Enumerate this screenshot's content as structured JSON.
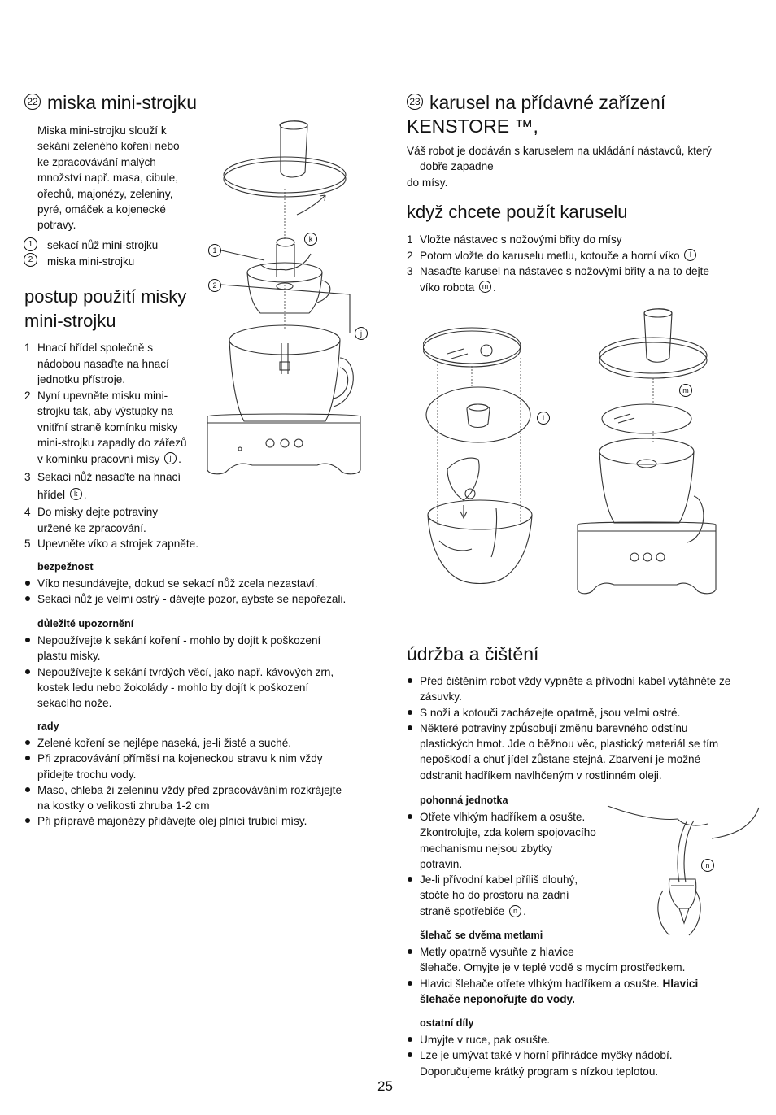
{
  "left": {
    "section22": {
      "num": "22",
      "title": "miska mini-strojku",
      "intro": [
        "Miska mini-strojku slouží k",
        "sekání zeleného koření nebo",
        "ke zpracovávání malých",
        "množství např. masa, cibule,",
        "ořechů, majonézy, zeleniny,",
        "pyré, omáček a kojenecké",
        "potravy."
      ],
      "legend": [
        {
          "num": "1",
          "text": "sekací nůž mini-strojku"
        },
        {
          "num": "2",
          "text": "miska mini-strojku"
        }
      ]
    },
    "procedure": {
      "title_l1": "postup použití misky",
      "title_l2": "mini-strojku",
      "steps": [
        {
          "num": "1",
          "lines": [
            "Hnací hřídel společně s",
            "nádobou nasaďte na hnací",
            "jednotku přístroje."
          ]
        },
        {
          "num": "2",
          "lines": [
            "Nyní upevněte misku mini-",
            "strojku tak, aby výstupky na",
            "vnitřní straně komínku misky",
            "mini-strojku zapadly do zářezů"
          ],
          "last_text": "v komínku pracovní mísy",
          "last_ref": "j",
          "last_end": "."
        },
        {
          "num": "3",
          "lines": [
            "Sekací nůž nasaďte na hnací"
          ],
          "last_text": "hřídel",
          "last_ref": "k",
          "last_end": "."
        },
        {
          "num": "4",
          "lines": [
            "Do misky dejte potraviny",
            "uržené ke zpracování."
          ]
        },
        {
          "num": "5",
          "lines": [
            "Upevněte víko a strojek zapněte."
          ]
        }
      ]
    },
    "safety": {
      "title": "bezpežnost",
      "items": [
        "Víko nesundávejte, dokud se sekací nůž zcela nezastaví.",
        "Sekací nůž je velmi ostrý - dávejte pozor, aybste se nepořezali."
      ]
    },
    "important": {
      "title": "důležité upozornění",
      "items": [
        [
          "Nepoužívejte k sekání koření - mohlo by dojít k poškození",
          "plastu misky."
        ],
        [
          "Nepoužívejte k sekání tvrdých věcí, jako např. kávových zrn,",
          "kostek ledu nebo žokolády - mohlo by dojít k poškození",
          "sekacího nože."
        ]
      ]
    },
    "tips": {
      "title": "rady",
      "items": [
        [
          "Zelené koření se nejlépe naseká, je-li žisté a suché."
        ],
        [
          "Při zpracovávání příměsí na kojeneckou stravu k nim vždy",
          "přidejte trochu vody."
        ],
        [
          "Maso, chleba ži zeleninu vždy před zpracováváním rozkrájejte",
          "na kostky o velikosti zhruba 1-2 cm"
        ],
        [
          "Při přípravě majonézy přidávejte olej plnicí trubicí mísy."
        ]
      ]
    },
    "figure_labels": {
      "k": "k",
      "one": "1",
      "two": "2",
      "j": "j"
    }
  },
  "right": {
    "section23": {
      "num": "23",
      "title_l1": "karusel na přídavné zařízení",
      "title_l2": "KENSTORE ™,",
      "intro": [
        "Váš robot je dodáván s karuselem na ukládání nástavců, který",
        "dobře zapadne",
        "do mísy."
      ]
    },
    "use": {
      "title": "když chcete použít karuselu",
      "steps": [
        {
          "num": "1",
          "lines": [
            "Vložte nástavec s nožovými břity do mísy"
          ]
        },
        {
          "num": "2",
          "text": "Potom vložte do karuselu metlu, kotouče a horní víko",
          "ref": "l"
        },
        {
          "num": "3",
          "lines": [
            "Nasaďte karusel na nástavec s nožovými břity a na to dejte"
          ],
          "last_text": "víko robota",
          "last_ref": "m",
          "last_end": "."
        }
      ]
    },
    "figure_labels": {
      "l": "l",
      "m": "m"
    },
    "maintenance": {
      "title": "údržba a čištění",
      "items": [
        [
          "Před čištěním robot vždy vypněte a přívodní kabel vytáhněte ze",
          "zásuvky."
        ],
        [
          "S noži a kotouči zacházejte opatrně, jsou velmi ostré."
        ],
        [
          "Některé potraviny způsobují změnu barevného odstínu",
          "plastických hmot. Jde o běžnou věc, plastický materiál se tím",
          "nepoškodí a chuť jídel zůstane stejná. Zbarvení je možné",
          "odstranit hadříkem navlhčeným v rostlinném oleji."
        ]
      ]
    },
    "power_unit": {
      "title": "pohonná jednotka",
      "item1": [
        "Otřete vlhkým hadříkem a osušte.",
        "Zkontrolujte, zda kolem spojovacího",
        "mechanismu nejsou zbytky",
        "potravin."
      ],
      "item2_lines": [
        "Je-li přívodní kabel příliš dlouhý,",
        "stočte ho do prostoru na zadní"
      ],
      "item2_last": "straně spotřebiče",
      "item2_ref": "n",
      "item2_end": "."
    },
    "whisk": {
      "title": "šlehač se dvěma metlami",
      "item1": [
        "Metly opatrně vysuňte z hlavice",
        "šlehače. Omyjte je v teplé vodě s mycím prostředkem."
      ],
      "item2_normal": "Hlavici šlehače otřete vlhkým hadříkem a osušte.",
      "item2_bold1": "Hlavici",
      "item2_bold2": "šlehače neponořujte do vody."
    },
    "other": {
      "title": "ostatní díly",
      "items": [
        [
          "Umyjte v ruce, pak osušte."
        ],
        [
          "Lze je umývat také v horní přihrádce myčky nádobí.",
          "Doporučujeme krátký program s nízkou teplotou."
        ]
      ]
    },
    "figure_label_n": "n"
  },
  "page_number": "25"
}
